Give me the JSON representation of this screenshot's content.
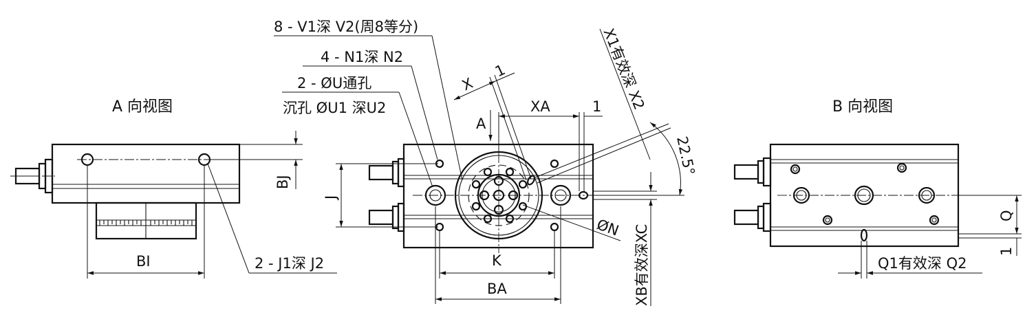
{
  "views": {
    "a_view_title": "A 向视图",
    "b_view_title": "B 向视图"
  },
  "labels": {
    "v_holes": "8 - V1深 V2(周8等分)",
    "n_holes": "4 - N1深 N2",
    "u_holes": "2 - ØU通孔",
    "u_counterbore": "沉孔 ØU1 深U2",
    "x1_depth": "X1有效深 X2",
    "angle": "22.5°",
    "x": "X",
    "one_top": "1",
    "xa": "XA",
    "one_xa": "1",
    "a_arrow": "A",
    "j": "J",
    "bj": "BJ",
    "bi": "BI",
    "j1_holes": "2 - J1深 J2",
    "k": "K",
    "ba": "BA",
    "phi_n": "ØN",
    "xb": "XB有效深XC",
    "q": "Q",
    "one_q": "1",
    "q1": "Q1有效深 Q2"
  }
}
